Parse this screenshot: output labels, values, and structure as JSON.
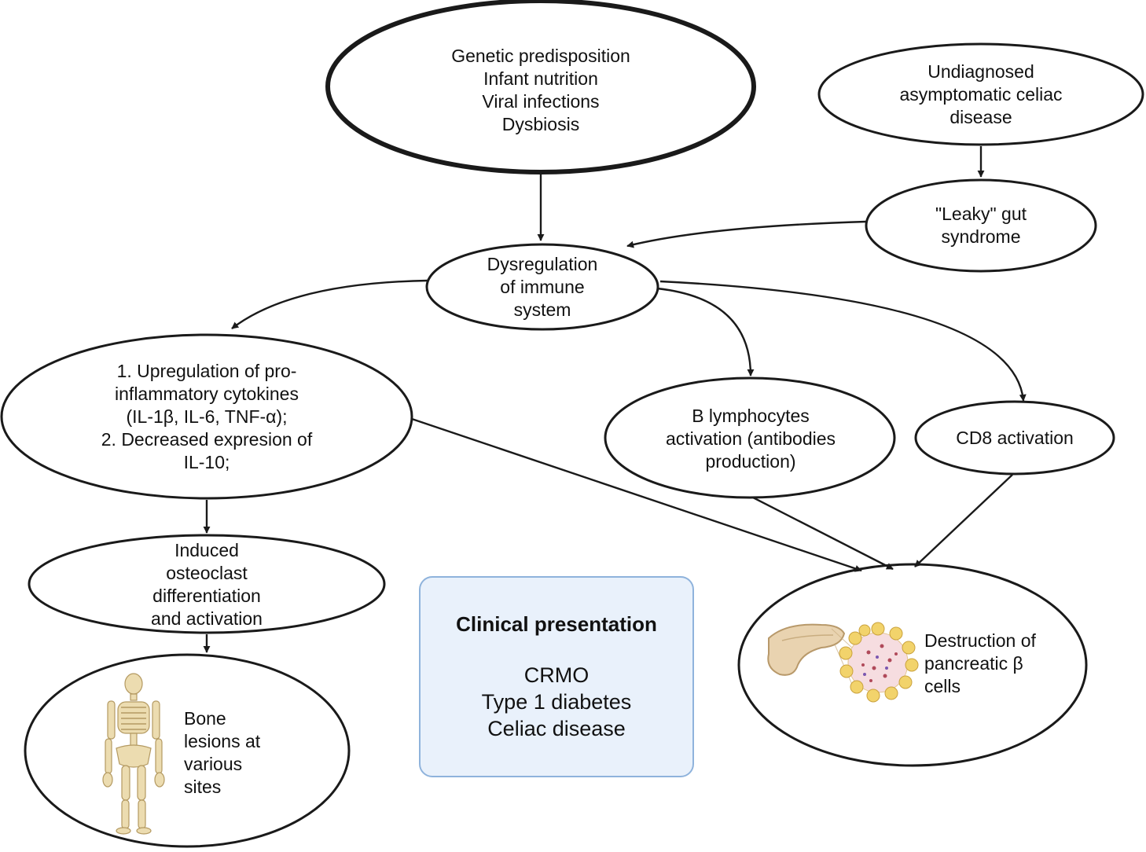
{
  "nodes": {
    "causes": [
      "Genetic predisposition",
      "Infant nutrition",
      "Viral infections",
      "Dysbiosis"
    ],
    "celiac": [
      "Undiagnosed",
      "asymptomatic celiac",
      "disease"
    ],
    "leaky_gut": [
      "\"Leaky\" gut",
      "syndrome"
    ],
    "dysregulation": [
      "Dysregulation",
      "of immune",
      "system"
    ],
    "cytokines": [
      "1.  Upregulation of pro-",
      "inflammatory cytokines",
      "(IL-1β, IL-6, TNF-α);",
      "2. Decreased expresion of",
      "IL-10;"
    ],
    "b_lymphocytes": [
      "B lymphocytes",
      "activation (antibodies",
      "production)"
    ],
    "cd8": [
      "CD8 activation"
    ],
    "osteoclast": [
      "Induced",
      "osteoclast",
      "differentiation",
      "and activation"
    ],
    "bone": [
      "Bone",
      "lesions at",
      "various",
      "sites"
    ],
    "destruction": [
      "Destruction of",
      "pancreatic β",
      "cells"
    ]
  },
  "clinical": {
    "title": "Clinical presentation",
    "items": [
      "CRMO",
      "Type 1 diabetes",
      "Celiac disease"
    ]
  },
  "icons": {
    "skeleton": "skeleton-icon",
    "pancreas": "pancreas-icon",
    "islet": "islet-cells-icon"
  },
  "colors": {
    "stroke": "#1a1a1a",
    "clinical_fill": "#e9f1fb",
    "clinical_border": "#8fb3dc",
    "bone": "#ecdcb0",
    "pancreas": "#e9d3b0",
    "islet_cell": "#f2d36b"
  }
}
